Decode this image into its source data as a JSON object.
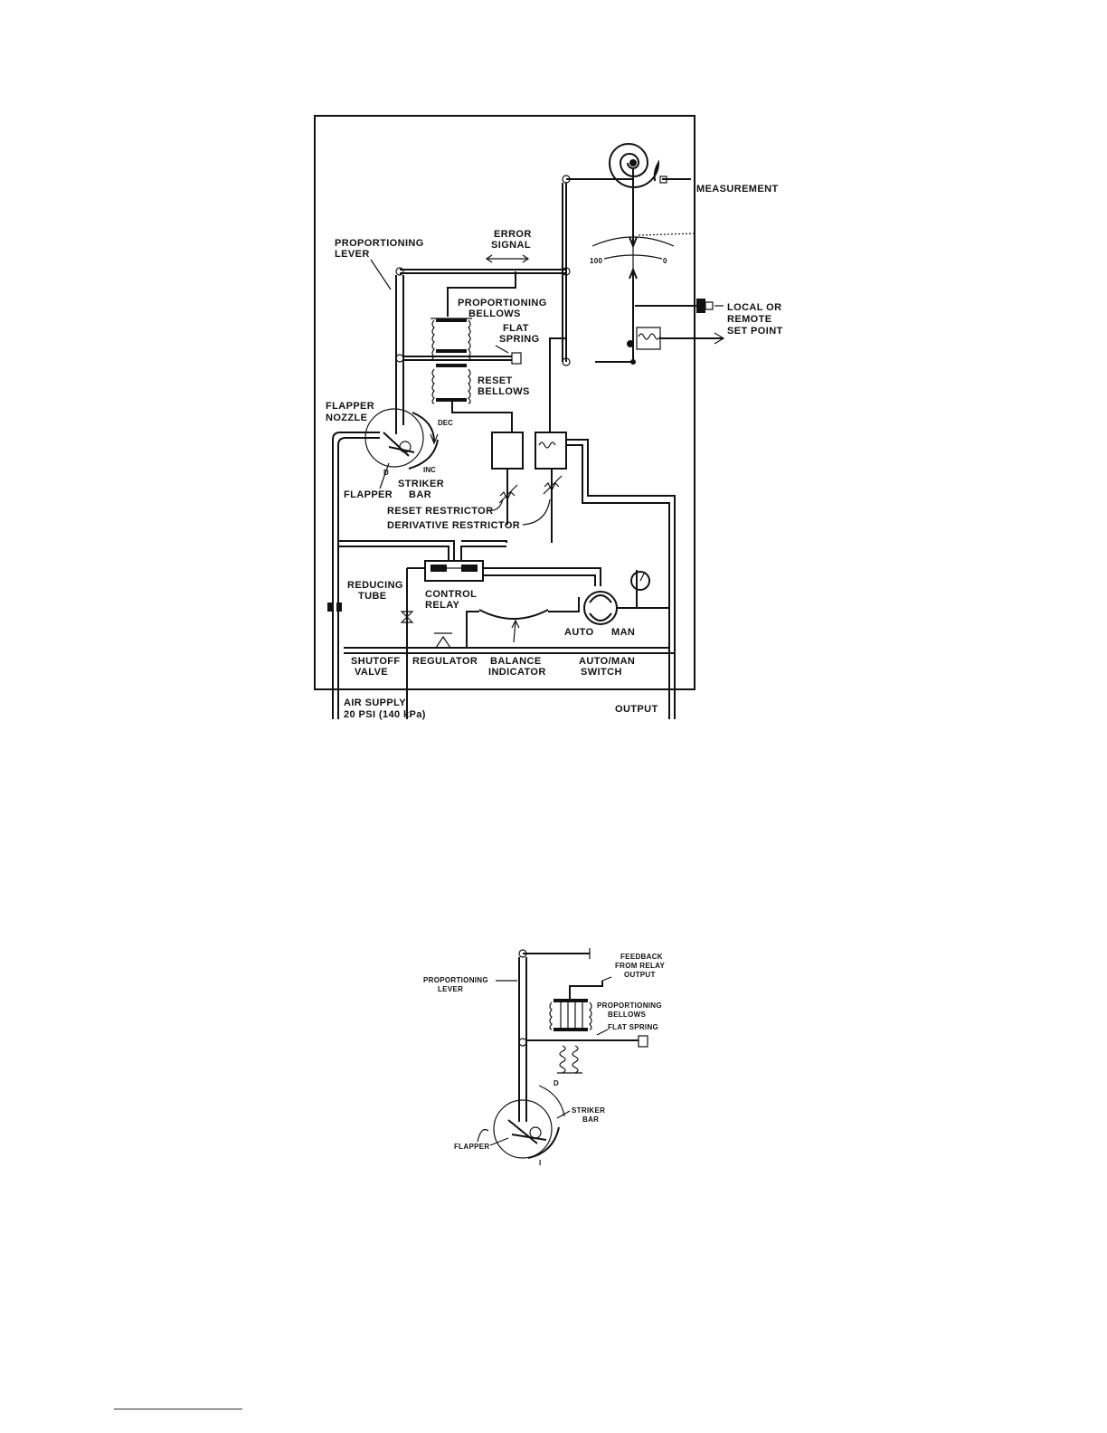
{
  "figure1": {
    "labels": {
      "measurement": "MEASUREMENT",
      "error_signal_1": "ERROR",
      "error_signal_2": "SIGNAL",
      "proportioning_lever_1": "PROPORTIONING",
      "proportioning_lever_2": "LEVER",
      "proportioning_bellows_1": "PROPORTIONING",
      "proportioning_bellows_2": "BELLOWS",
      "flat_spring_1": "FLAT",
      "flat_spring_2": "SPRING",
      "reset_bellows_1": "RESET",
      "reset_bellows_2": "BELLOWS",
      "local_remote_1": "LOCAL OR",
      "local_remote_2": "REMOTE",
      "local_remote_3": "SET POINT",
      "scale_100": "100",
      "scale_0": "0",
      "flapper_nozzle_1": "FLAPPER",
      "flapper_nozzle_2": "NOZZLE",
      "dec": "DEC",
      "inc": "INC",
      "dial_d": "D",
      "flapper": "FLAPPER",
      "striker_bar_1": "STRIKER",
      "striker_bar_2": "BAR",
      "reset_restrictor": "RESET RESTRICTOR",
      "derivative_restrictor": "DERIVATIVE RESTRICTOR",
      "reducing_tube_1": "REDUCING",
      "reducing_tube_2": "TUBE",
      "control_relay_1": "CONTROL",
      "control_relay_2": "RELAY",
      "auto": "AUTO",
      "man": "MAN",
      "shutoff_valve_1": "SHUTOFF",
      "shutoff_valve_2": "VALVE",
      "regulator": "REGULATOR",
      "balance_indicator_1": "BALANCE",
      "balance_indicator_2": "INDICATOR",
      "auto_man_switch_1": "AUTO/MAN",
      "auto_man_switch_2": "SWITCH",
      "air_supply_1": "AIR SUPPLY",
      "air_supply_2": "20 PSI (140 kPa)",
      "output": "OUTPUT"
    }
  },
  "figure2": {
    "labels": {
      "feedback_1": "FEEDBACK",
      "feedback_2": "FROM RELAY",
      "feedback_3": "OUTPUT",
      "proportioning_lever_1": "PROPORTIONING",
      "proportioning_lever_2": "LEVER",
      "proportioning_bellows_1": "PROPORTIONING",
      "proportioning_bellows_2": "BELLOWS",
      "flat_spring": "FLAT SPRING",
      "dial_d": "D",
      "striker_bar_1": "STRIKER",
      "striker_bar_2": "BAR",
      "flapper": "FLAPPER",
      "dial_i": "I"
    }
  }
}
